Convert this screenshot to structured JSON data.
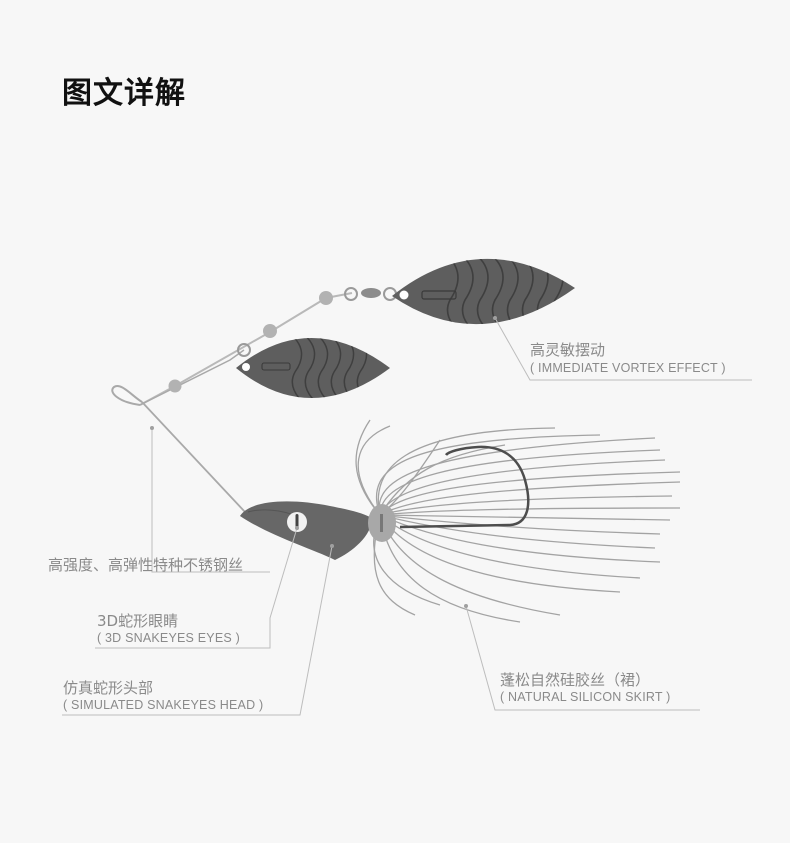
{
  "title": "图文详解",
  "labels": {
    "vortex": {
      "cn": "高灵敏摆动",
      "en": "( IMMEDIATE VORTEX EFFECT )"
    },
    "wire": {
      "cn": "高强度、高弹性特种不锈钢丝"
    },
    "eyes": {
      "cn": "3D蛇形眼睛",
      "en": "( 3D SNAKEYES EYES )"
    },
    "head": {
      "cn": "仿真蛇形头部",
      "en": "( SIMULATED SNAKEYES HEAD )"
    },
    "skirt": {
      "cn": "蓬松自然硅胶丝（裙）",
      "en": "( NATURAL SILICON SKIRT )"
    }
  },
  "colors": {
    "background": "#f7f7f7",
    "blade": "#5a5a5a",
    "blade_line": "#3e3e3e",
    "head": "#6a6a6a",
    "skirt": "#9c9c9c",
    "label": "#8a8a8a",
    "leader": "#b5b5b5"
  }
}
